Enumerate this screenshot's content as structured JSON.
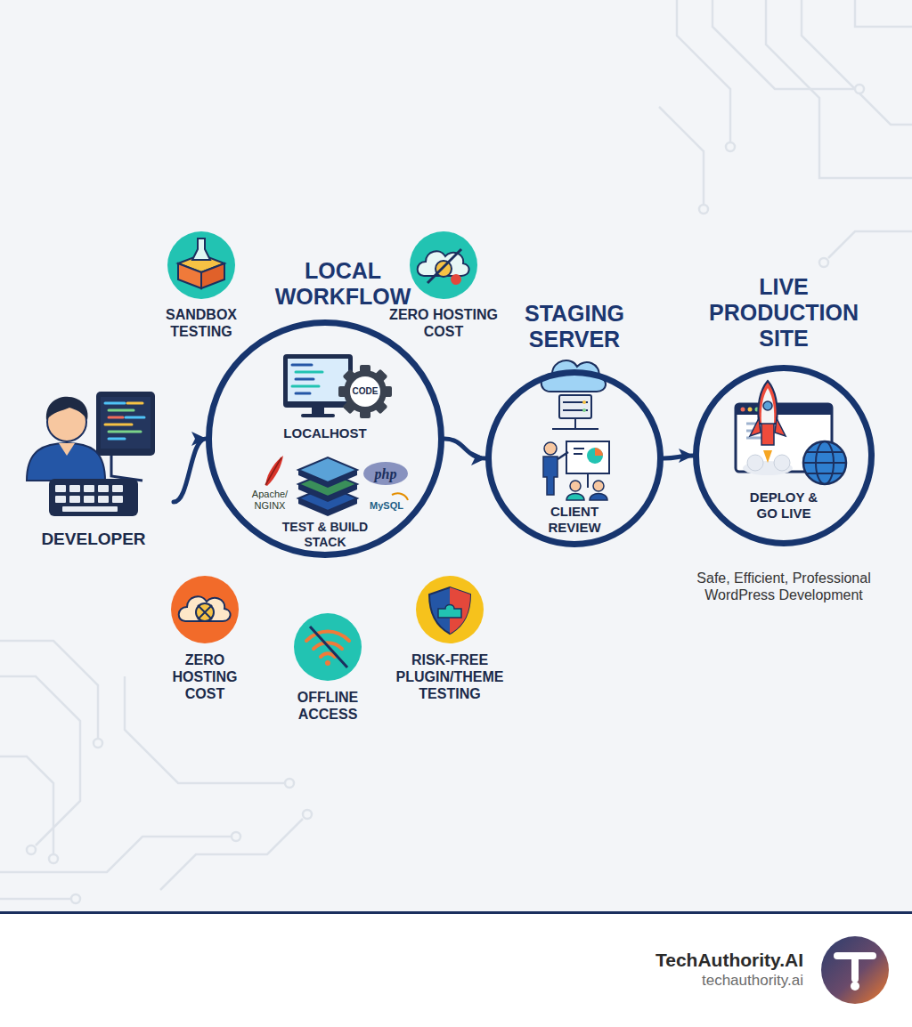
{
  "diagram": {
    "nodes": [
      {
        "text": [
          "DEVELOPER"
        ]
      },
      {
        "text": [
          "LOCAL WORKFLOW",
          "LOCALHOST",
          "TEST & BUILD STACK"
        ]
      },
      {
        "text": [
          "STAGING SERVER",
          "CLIENT REVIEW"
        ]
      },
      {
        "text": [
          "LIVE PRODUCTION SITE",
          "DEPLOY & GO LIVE"
        ]
      }
    ],
    "edges": [
      {
        "from": 0,
        "to": 1,
        "arrow": "to"
      },
      {
        "from": 1,
        "to": 2,
        "arrow": "to"
      },
      {
        "from": 2,
        "to": 3,
        "arrow": "to"
      }
    ],
    "labels": [
      "SANDBOX TESTING",
      "ZERO HOSTING COST",
      "CODE",
      "Apache/ NGINX",
      "php",
      "MySQL",
      "ZERO HOSTING COST",
      "OFFLINE ACCESS",
      "RISK-FREE PLUGIN/THEME TESTING",
      "Safe, Efficient, Professional WordPress Development",
      "TechAuthority.AI",
      "techauthority.ai"
    ]
  }
}
